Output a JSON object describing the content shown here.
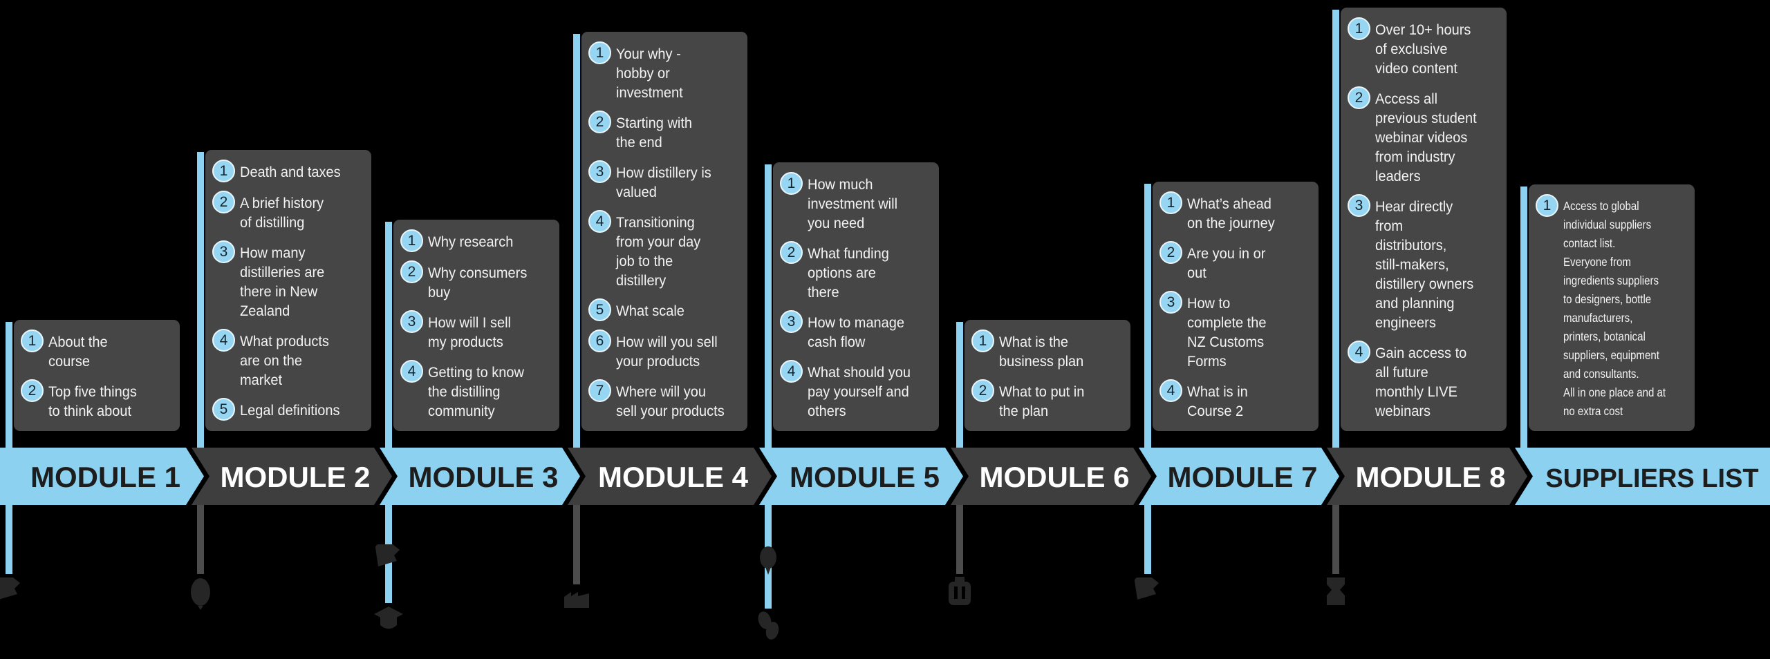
{
  "colors": {
    "background": "#000000",
    "accent_blue": "#8cd2f0",
    "box_gray": "#464646",
    "arrow_gray": "#3e3e3e",
    "stem_gray": "#4c4c4c",
    "badge_fill": "#96d6f2",
    "badge_ring": "#e9f6fc",
    "badge_number": "#16242d",
    "box_text": "#f2f2f2",
    "arrow_text_dark": "#1d1d1d",
    "arrow_text_light": "#ffffff",
    "icon_dark": "#262626"
  },
  "modules": [
    {
      "label": "MODULE 1",
      "theme": "blue",
      "items": [
        {
          "number": "1",
          "text": "About the\ncourse"
        },
        {
          "number": "2",
          "text": "Top five things\nto think about"
        }
      ],
      "icons": [
        {
          "name": "flag-icon",
          "position": "end"
        }
      ]
    },
    {
      "label": "MODULE 2",
      "theme": "gray",
      "items": [
        {
          "number": "1",
          "text": "Death and taxes"
        },
        {
          "number": "2",
          "text": "A brief history\nof distilling"
        },
        {
          "number": "3",
          "text": "How many\ndistilleries are\nthere in New\nZealand"
        },
        {
          "number": "4",
          "text": "What products\nare on the\nmarket"
        },
        {
          "number": "5",
          "text": "Legal definitions"
        }
      ],
      "icons": [
        {
          "name": "balloon-icon",
          "position": "end"
        }
      ]
    },
    {
      "label": "MODULE 3",
      "theme": "blue",
      "items": [
        {
          "number": "1",
          "text": "Why research"
        },
        {
          "number": "2",
          "text": "Why consumers\nbuy"
        },
        {
          "number": "3",
          "text": "How will I sell\nmy products"
        },
        {
          "number": "4",
          "text": "Getting to know\nthe distilling\ncommunity"
        }
      ],
      "icons": [
        {
          "name": "flag-icon",
          "position": "mid"
        },
        {
          "name": "graduation-cap-icon",
          "position": "end"
        }
      ]
    },
    {
      "label": "MODULE 4",
      "theme": "gray",
      "items": [
        {
          "number": "1",
          "text": "Your why -\nhobby or\ninvestment"
        },
        {
          "number": "2",
          "text": "Starting with\nthe end"
        },
        {
          "number": "3",
          "text": "How distillery is\nvalued"
        },
        {
          "number": "4",
          "text": "Transitioning\nfrom your day\njob to the\ndistillery"
        },
        {
          "number": "5",
          "text": "What scale"
        },
        {
          "number": "6",
          "text": "How will you sell\nyour products"
        },
        {
          "number": "7",
          "text": "Where will you\nsell your products"
        }
      ],
      "icons": [
        {
          "name": "factory-icon",
          "position": "end"
        }
      ]
    },
    {
      "label": "MODULE 5",
      "theme": "blue",
      "items": [
        {
          "number": "1",
          "text": "How much\ninvestment will\nyou need"
        },
        {
          "number": "2",
          "text": "What funding\noptions are\nthere"
        },
        {
          "number": "3",
          "text": "How to manage\ncash flow"
        },
        {
          "number": "4",
          "text": "What should you\npay yourself and\nothers"
        }
      ],
      "icons": [
        {
          "name": "location-pin-icon",
          "position": "mid"
        },
        {
          "name": "hops-icon",
          "position": "end"
        }
      ]
    },
    {
      "label": "MODULE 6",
      "theme": "gray",
      "items": [
        {
          "number": "1",
          "text": "What is the\nbusiness plan"
        },
        {
          "number": "2",
          "text": "What to put in\nthe plan"
        }
      ],
      "icons": [
        {
          "name": "still-pot-icon",
          "position": "end"
        }
      ]
    },
    {
      "label": "MODULE 7",
      "theme": "blue",
      "items": [
        {
          "number": "1",
          "text": "What’s ahead\non the journey"
        },
        {
          "number": "2",
          "text": "Are you in or\nout"
        },
        {
          "number": "3",
          "text": "How to\ncomplete the\nNZ Customs\nForms"
        },
        {
          "number": "4",
          "text": "What is in\nCourse 2"
        }
      ],
      "icons": [
        {
          "name": "flag-icon",
          "position": "end"
        }
      ]
    },
    {
      "label": "MODULE 8",
      "theme": "gray",
      "items": [
        {
          "number": "1",
          "text": "Over 10+ hours\nof exclusive\nvideo content"
        },
        {
          "number": "2",
          "text": "Access all\nprevious student\nwebinar videos\nfrom industry\nleaders"
        },
        {
          "number": "3",
          "text": "Hear directly\nfrom\ndistributors,\nstill-makers,\ndistillery owners\nand planning\nengineers"
        },
        {
          "number": "4",
          "text": "Gain access to\nall future\nmonthly LIVE\nwebinars"
        }
      ],
      "icons": [
        {
          "name": "barrel-icon",
          "position": "end"
        }
      ]
    },
    {
      "label": "SUPPLIERS LIST",
      "theme": "blue",
      "items": [
        {
          "number": "1",
          "text": "Access to global\nindividual suppliers\ncontact list.\nEveryone from\ningredients suppliers\nto designers, bottle\nmanufacturers,\nprinters, botanical\nsuppliers, equipment\nand consultants.\nAll in one place and at\nno extra cost"
        }
      ],
      "icons": []
    }
  ]
}
